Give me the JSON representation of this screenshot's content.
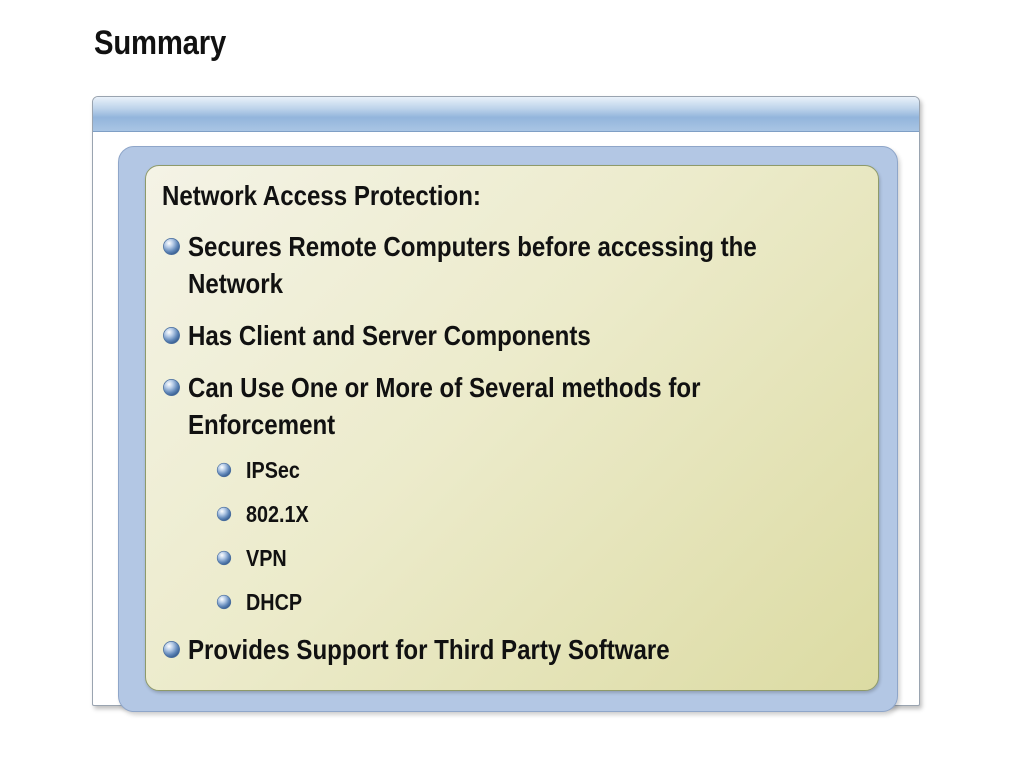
{
  "slide": {
    "title": "Summary"
  },
  "content": {
    "heading": "Network Access Protection:",
    "bullets": [
      {
        "text": "Secures Remote Computers before accessing the Network"
      },
      {
        "text": "Has Client and Server Components"
      },
      {
        "text": "Can Use One or More of Several methods for Enforcement"
      },
      {
        "text": "Provides Support for Third Party Software"
      }
    ],
    "sub_bullets": [
      {
        "text": "IPSec"
      },
      {
        "text": "802.1X"
      },
      {
        "text": "VPN"
      },
      {
        "text": "DHCP"
      }
    ]
  },
  "icons": {
    "bullet": "sphere-bullet-icon"
  },
  "colors": {
    "header_blue": "#93b5dc",
    "panel_blue": "#b3c7e4",
    "content_cream": "#ecebcb",
    "text": "#111111"
  }
}
